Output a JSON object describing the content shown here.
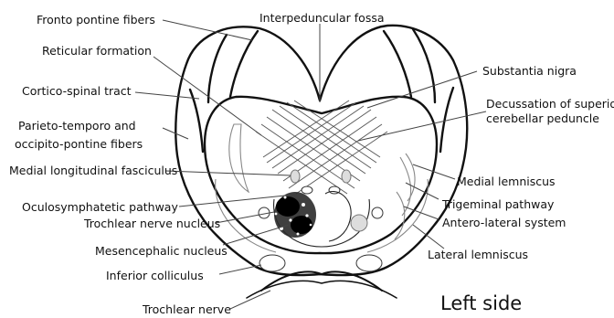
{
  "labels": {
    "fronto_pontine": "Fronto pontine fibers",
    "interpeduncular": "Interpeduncular fossa",
    "reticular": "Reticular formation",
    "substantia_nigra": "Substantia nigra",
    "cortico_spinal": "Cortico-spinal tract",
    "decussation_1": "Decussation of superior",
    "decussation_2": "cerebellar peduncle",
    "parieto_1": "Parieto-temporo and",
    "parieto_2": "occipito-pontine fibers",
    "mlf": "Medial longitudinal fasciculus",
    "medial_lemniscus": "Medial lemniscus",
    "oculosymp": "Oculosymphatetic pathway",
    "trigeminal": "Trigeminal pathway",
    "trochlear_nucleus": "Trochlear nerve nucleus",
    "anterolateral": "Antero-lateral system",
    "mesencephalic": "Mesencephalic nucleus",
    "lateral_lemniscus": "Lateral lemniscus",
    "inferior_colliculus": "Inferior colliculus",
    "trochlear_nerve": "Trochlear nerve",
    "side": "Left side"
  }
}
